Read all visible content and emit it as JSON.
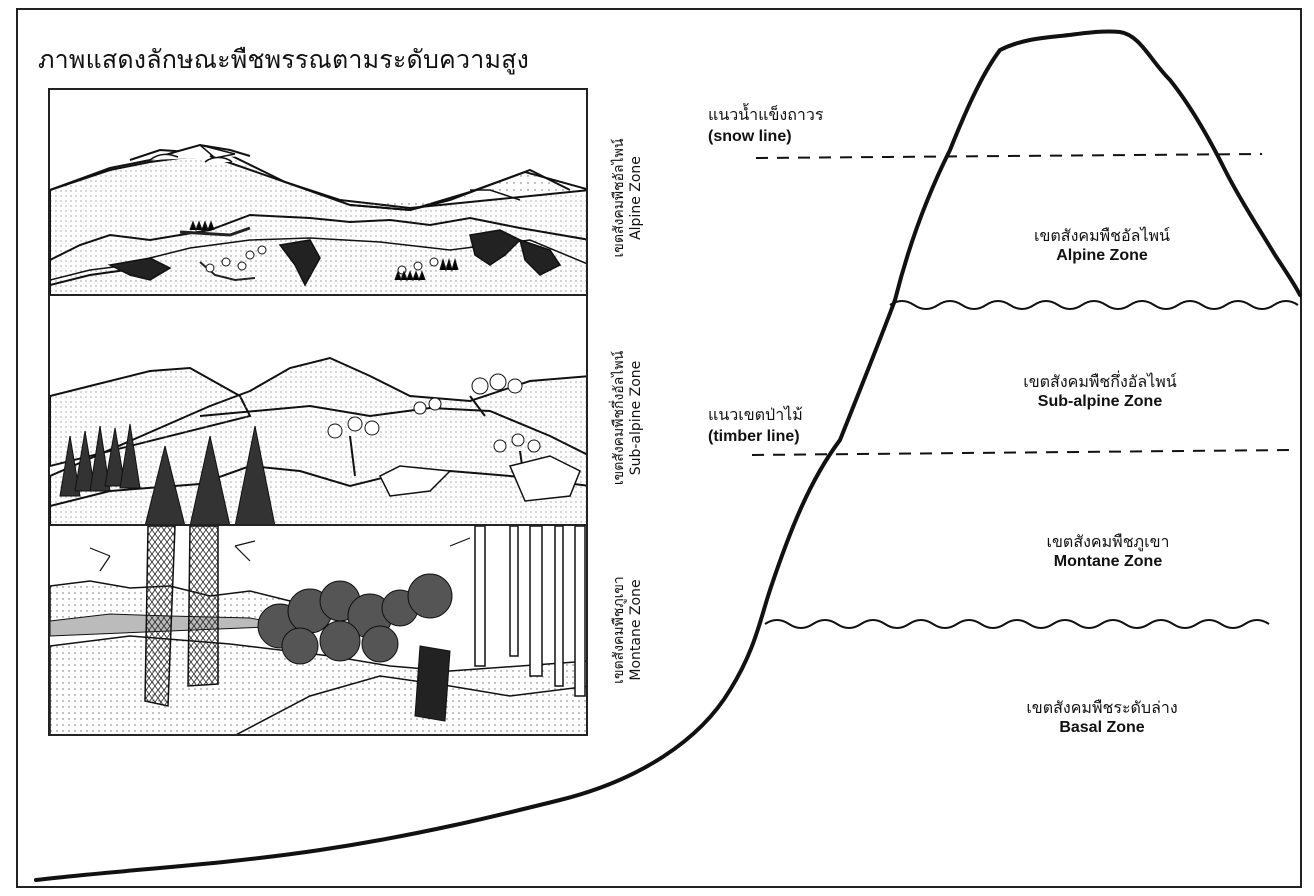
{
  "title": "ภาพแสดงลักษณะพืชพรรณตามระดับความสูง",
  "panels": [
    {
      "thai": "เขตสังคมพืชอัลไพน์",
      "en": "Alpine Zone"
    },
    {
      "thai": "เขตสังคมพืชกึ่งอัลไพน์",
      "en": "Sub-alpine Zone"
    },
    {
      "thai": "เขตสังคมพืชภูเขา",
      "en": "Montane Zone"
    }
  ],
  "boundaries": {
    "snow_line": {
      "thai": "แนวน้ำแข็งถาวร",
      "en": "(snow line)"
    },
    "timber_line": {
      "thai": "แนวเขตป่าไม้",
      "en": "(timber line)"
    }
  },
  "zones": [
    {
      "thai": "เขตสังคมพืชอัลไพน์",
      "en": "Alpine Zone"
    },
    {
      "thai": "เขตสังคมพืชกึ่งอัลไพน์",
      "en": "Sub-alpine Zone"
    },
    {
      "thai": "เขตสังคมพืชภูเขา",
      "en": "Montane Zone"
    },
    {
      "thai": "เขตสังคมพืชระดับล่าง",
      "en": "Basal Zone"
    }
  ]
}
